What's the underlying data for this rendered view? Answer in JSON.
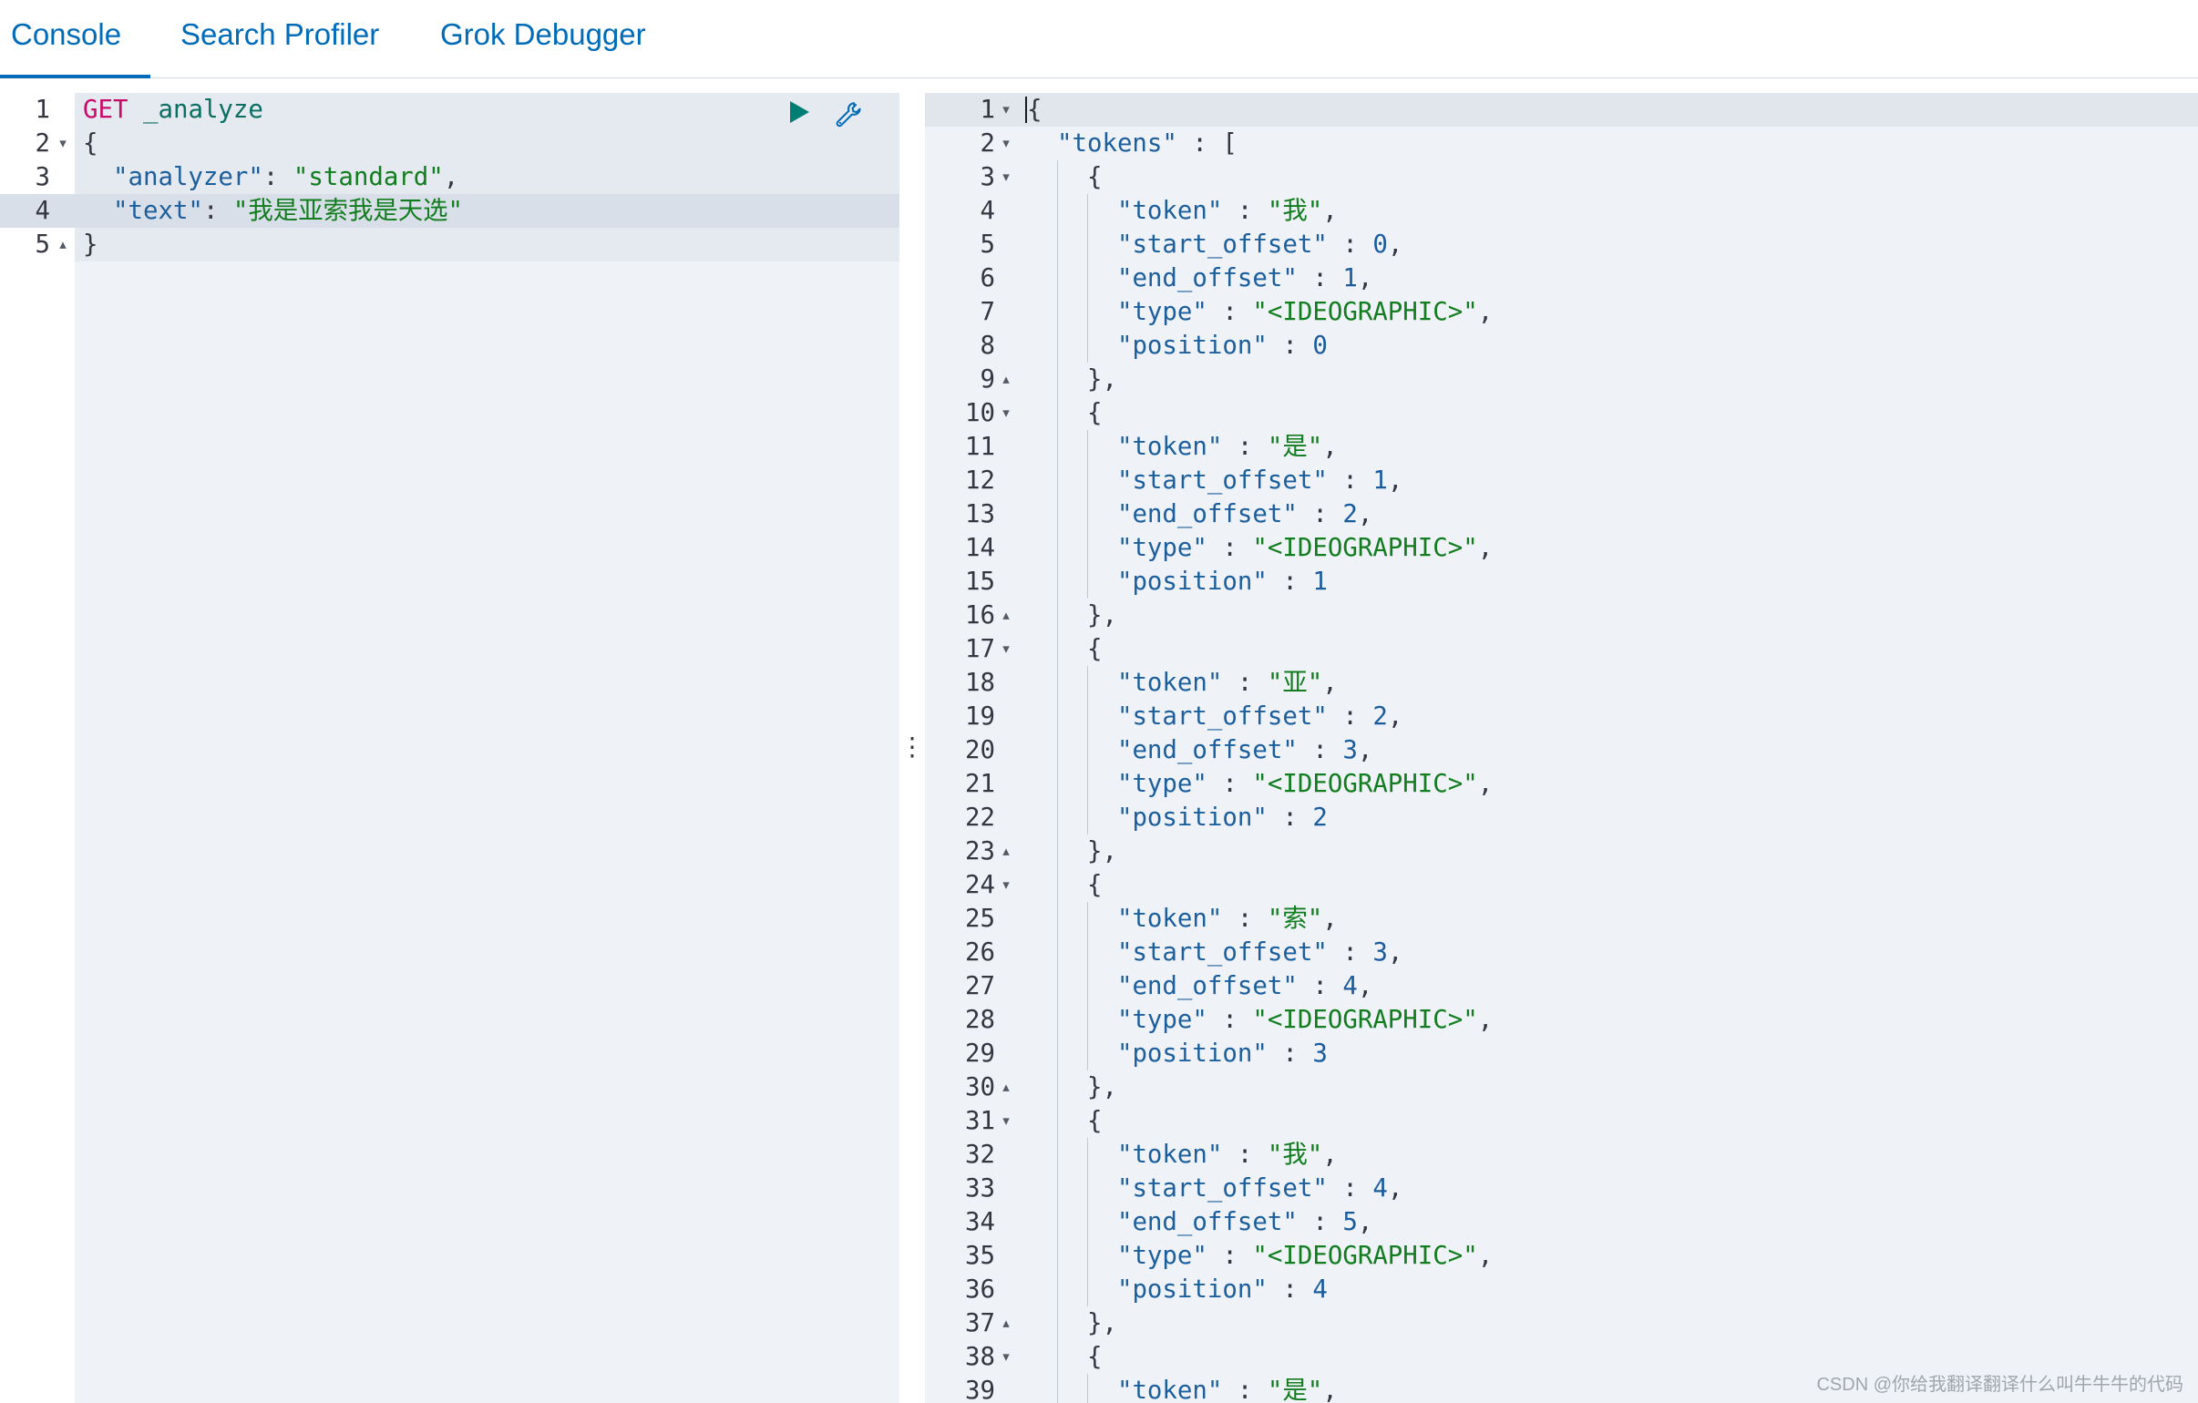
{
  "tabs": [
    {
      "label": "Console",
      "active": true
    },
    {
      "label": "Search Profiler",
      "active": false
    },
    {
      "label": "Grok Debugger",
      "active": false
    }
  ],
  "colors": {
    "accent": "#006bb8",
    "run": "#017d73",
    "method": "#c80a68",
    "url": "#0a6e62",
    "key": "#1d5f9c",
    "str": "#127d1f",
    "num": "#1b5c9e",
    "punc": "#343741",
    "ws": "#343741"
  },
  "icons": {
    "run": "play-icon",
    "settings": "wrench-icon",
    "resize_handle": "vertical-ellipsis-icon",
    "fold_start": "fold-open-icon",
    "fold_end": "fold-close-icon"
  },
  "request": {
    "lines": [
      {
        "n": "1",
        "c": [
          [
            "method",
            "GET"
          ],
          [
            "ws",
            " "
          ],
          [
            "url",
            "_analyze"
          ]
        ]
      },
      {
        "n": "2",
        "fold": "start",
        "c": [
          [
            "punc",
            "{"
          ]
        ]
      },
      {
        "n": "3",
        "c": [
          [
            "ws",
            "  "
          ],
          [
            "key",
            "\"analyzer\""
          ],
          [
            "punc",
            ": "
          ],
          [
            "str",
            "\"standard\""
          ],
          [
            "punc",
            ","
          ]
        ]
      },
      {
        "n": "4",
        "active": true,
        "c": [
          [
            "ws",
            "  "
          ],
          [
            "key",
            "\"text\""
          ],
          [
            "punc",
            ": "
          ],
          [
            "str",
            "\"我是亚索我是天选\""
          ]
        ]
      },
      {
        "n": "5",
        "fold": "end",
        "c": [
          [
            "punc",
            "}"
          ]
        ]
      }
    ]
  },
  "response": {
    "lines": [
      {
        "n": "1",
        "fold": "start",
        "active": true,
        "c": [
          [
            "punc",
            "{"
          ]
        ]
      },
      {
        "n": "2",
        "fold": "start",
        "c": [
          [
            "ws",
            "  "
          ],
          [
            "key",
            "\"tokens\""
          ],
          [
            "punc",
            " : ["
          ]
        ]
      },
      {
        "n": "3",
        "fold": "start",
        "c": [
          [
            "ws",
            "    "
          ],
          [
            "punc",
            "{"
          ]
        ]
      },
      {
        "n": "4",
        "c": [
          [
            "ws",
            "      "
          ],
          [
            "key",
            "\"token\""
          ],
          [
            "punc",
            " : "
          ],
          [
            "str",
            "\"我\""
          ],
          [
            "punc",
            ","
          ]
        ]
      },
      {
        "n": "5",
        "c": [
          [
            "ws",
            "      "
          ],
          [
            "key",
            "\"start_offset\""
          ],
          [
            "punc",
            " : "
          ],
          [
            "num",
            "0"
          ],
          [
            "punc",
            ","
          ]
        ]
      },
      {
        "n": "6",
        "c": [
          [
            "ws",
            "      "
          ],
          [
            "key",
            "\"end_offset\""
          ],
          [
            "punc",
            " : "
          ],
          [
            "num",
            "1"
          ],
          [
            "punc",
            ","
          ]
        ]
      },
      {
        "n": "7",
        "c": [
          [
            "ws",
            "      "
          ],
          [
            "key",
            "\"type\""
          ],
          [
            "punc",
            " : "
          ],
          [
            "str",
            "\"<IDEOGRAPHIC>\""
          ],
          [
            "punc",
            ","
          ]
        ]
      },
      {
        "n": "8",
        "c": [
          [
            "ws",
            "      "
          ],
          [
            "key",
            "\"position\""
          ],
          [
            "punc",
            " : "
          ],
          [
            "num",
            "0"
          ]
        ]
      },
      {
        "n": "9",
        "fold": "end",
        "c": [
          [
            "ws",
            "    "
          ],
          [
            "punc",
            "},"
          ]
        ]
      },
      {
        "n": "10",
        "fold": "start",
        "c": [
          [
            "ws",
            "    "
          ],
          [
            "punc",
            "{"
          ]
        ]
      },
      {
        "n": "11",
        "c": [
          [
            "ws",
            "      "
          ],
          [
            "key",
            "\"token\""
          ],
          [
            "punc",
            " : "
          ],
          [
            "str",
            "\"是\""
          ],
          [
            "punc",
            ","
          ]
        ]
      },
      {
        "n": "12",
        "c": [
          [
            "ws",
            "      "
          ],
          [
            "key",
            "\"start_offset\""
          ],
          [
            "punc",
            " : "
          ],
          [
            "num",
            "1"
          ],
          [
            "punc",
            ","
          ]
        ]
      },
      {
        "n": "13",
        "c": [
          [
            "ws",
            "      "
          ],
          [
            "key",
            "\"end_offset\""
          ],
          [
            "punc",
            " : "
          ],
          [
            "num",
            "2"
          ],
          [
            "punc",
            ","
          ]
        ]
      },
      {
        "n": "14",
        "c": [
          [
            "ws",
            "      "
          ],
          [
            "key",
            "\"type\""
          ],
          [
            "punc",
            " : "
          ],
          [
            "str",
            "\"<IDEOGRAPHIC>\""
          ],
          [
            "punc",
            ","
          ]
        ]
      },
      {
        "n": "15",
        "c": [
          [
            "ws",
            "      "
          ],
          [
            "key",
            "\"position\""
          ],
          [
            "punc",
            " : "
          ],
          [
            "num",
            "1"
          ]
        ]
      },
      {
        "n": "16",
        "fold": "end",
        "c": [
          [
            "ws",
            "    "
          ],
          [
            "punc",
            "},"
          ]
        ]
      },
      {
        "n": "17",
        "fold": "start",
        "c": [
          [
            "ws",
            "    "
          ],
          [
            "punc",
            "{"
          ]
        ]
      },
      {
        "n": "18",
        "c": [
          [
            "ws",
            "      "
          ],
          [
            "key",
            "\"token\""
          ],
          [
            "punc",
            " : "
          ],
          [
            "str",
            "\"亚\""
          ],
          [
            "punc",
            ","
          ]
        ]
      },
      {
        "n": "19",
        "c": [
          [
            "ws",
            "      "
          ],
          [
            "key",
            "\"start_offset\""
          ],
          [
            "punc",
            " : "
          ],
          [
            "num",
            "2"
          ],
          [
            "punc",
            ","
          ]
        ]
      },
      {
        "n": "20",
        "c": [
          [
            "ws",
            "      "
          ],
          [
            "key",
            "\"end_offset\""
          ],
          [
            "punc",
            " : "
          ],
          [
            "num",
            "3"
          ],
          [
            "punc",
            ","
          ]
        ]
      },
      {
        "n": "21",
        "c": [
          [
            "ws",
            "      "
          ],
          [
            "key",
            "\"type\""
          ],
          [
            "punc",
            " : "
          ],
          [
            "str",
            "\"<IDEOGRAPHIC>\""
          ],
          [
            "punc",
            ","
          ]
        ]
      },
      {
        "n": "22",
        "c": [
          [
            "ws",
            "      "
          ],
          [
            "key",
            "\"position\""
          ],
          [
            "punc",
            " : "
          ],
          [
            "num",
            "2"
          ]
        ]
      },
      {
        "n": "23",
        "fold": "end",
        "c": [
          [
            "ws",
            "    "
          ],
          [
            "punc",
            "},"
          ]
        ]
      },
      {
        "n": "24",
        "fold": "start",
        "c": [
          [
            "ws",
            "    "
          ],
          [
            "punc",
            "{"
          ]
        ]
      },
      {
        "n": "25",
        "c": [
          [
            "ws",
            "      "
          ],
          [
            "key",
            "\"token\""
          ],
          [
            "punc",
            " : "
          ],
          [
            "str",
            "\"索\""
          ],
          [
            "punc",
            ","
          ]
        ]
      },
      {
        "n": "26",
        "c": [
          [
            "ws",
            "      "
          ],
          [
            "key",
            "\"start_offset\""
          ],
          [
            "punc",
            " : "
          ],
          [
            "num",
            "3"
          ],
          [
            "punc",
            ","
          ]
        ]
      },
      {
        "n": "27",
        "c": [
          [
            "ws",
            "      "
          ],
          [
            "key",
            "\"end_offset\""
          ],
          [
            "punc",
            " : "
          ],
          [
            "num",
            "4"
          ],
          [
            "punc",
            ","
          ]
        ]
      },
      {
        "n": "28",
        "c": [
          [
            "ws",
            "      "
          ],
          [
            "key",
            "\"type\""
          ],
          [
            "punc",
            " : "
          ],
          [
            "str",
            "\"<IDEOGRAPHIC>\""
          ],
          [
            "punc",
            ","
          ]
        ]
      },
      {
        "n": "29",
        "c": [
          [
            "ws",
            "      "
          ],
          [
            "key",
            "\"position\""
          ],
          [
            "punc",
            " : "
          ],
          [
            "num",
            "3"
          ]
        ]
      },
      {
        "n": "30",
        "fold": "end",
        "c": [
          [
            "ws",
            "    "
          ],
          [
            "punc",
            "},"
          ]
        ]
      },
      {
        "n": "31",
        "fold": "start",
        "c": [
          [
            "ws",
            "    "
          ],
          [
            "punc",
            "{"
          ]
        ]
      },
      {
        "n": "32",
        "c": [
          [
            "ws",
            "      "
          ],
          [
            "key",
            "\"token\""
          ],
          [
            "punc",
            " : "
          ],
          [
            "str",
            "\"我\""
          ],
          [
            "punc",
            ","
          ]
        ]
      },
      {
        "n": "33",
        "c": [
          [
            "ws",
            "      "
          ],
          [
            "key",
            "\"start_offset\""
          ],
          [
            "punc",
            " : "
          ],
          [
            "num",
            "4"
          ],
          [
            "punc",
            ","
          ]
        ]
      },
      {
        "n": "34",
        "c": [
          [
            "ws",
            "      "
          ],
          [
            "key",
            "\"end_offset\""
          ],
          [
            "punc",
            " : "
          ],
          [
            "num",
            "5"
          ],
          [
            "punc",
            ","
          ]
        ]
      },
      {
        "n": "35",
        "c": [
          [
            "ws",
            "      "
          ],
          [
            "key",
            "\"type\""
          ],
          [
            "punc",
            " : "
          ],
          [
            "str",
            "\"<IDEOGRAPHIC>\""
          ],
          [
            "punc",
            ","
          ]
        ]
      },
      {
        "n": "36",
        "c": [
          [
            "ws",
            "      "
          ],
          [
            "key",
            "\"position\""
          ],
          [
            "punc",
            " : "
          ],
          [
            "num",
            "4"
          ]
        ]
      },
      {
        "n": "37",
        "fold": "end",
        "c": [
          [
            "ws",
            "    "
          ],
          [
            "punc",
            "},"
          ]
        ]
      },
      {
        "n": "38",
        "fold": "start",
        "c": [
          [
            "ws",
            "    "
          ],
          [
            "punc",
            "{"
          ]
        ]
      },
      {
        "n": "39",
        "c": [
          [
            "ws",
            "      "
          ],
          [
            "key",
            "\"token\""
          ],
          [
            "punc",
            " : "
          ],
          [
            "str",
            "\"是\""
          ],
          [
            "punc",
            ","
          ]
        ]
      }
    ]
  },
  "watermark": "CSDN @你给我翻译翻译什么叫牛牛牛的代码"
}
